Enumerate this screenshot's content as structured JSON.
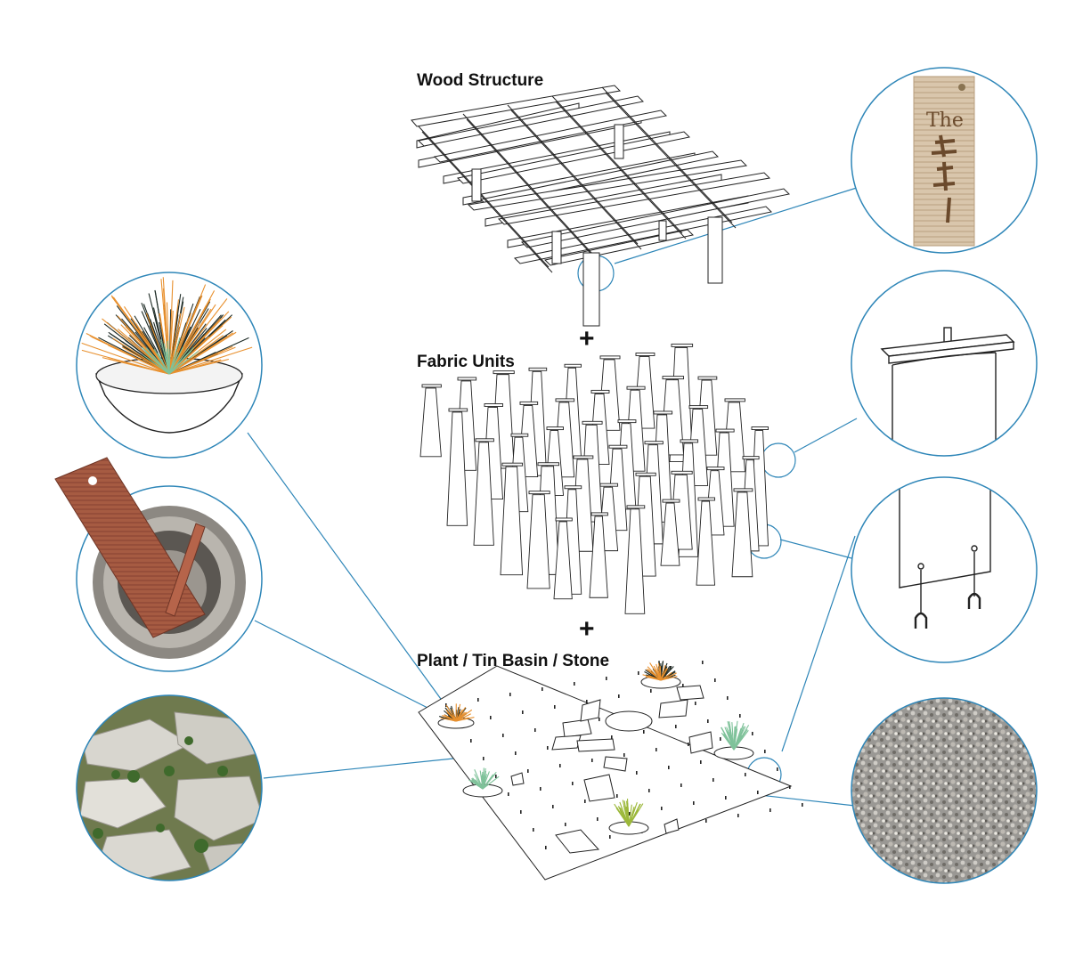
{
  "layers": {
    "wood_structure": "Wood Structure",
    "fabric_units": "Fabric Units",
    "plant_basin_stone": "Plant / Tin Basin / Stone"
  },
  "plus_sign": "+",
  "sign_board_text": "The",
  "colors": {
    "callout_line": "#2e86b8",
    "grass_orange": "#e8902e",
    "grass_green": "#7fc29a",
    "grass_lime": "#9cb83a",
    "wood": "#a4563e"
  },
  "icons": [
    "wood-sign-icon",
    "hanger-bar-icon",
    "fabric-hook-icon",
    "grass-basin-icon",
    "washboard-basin-icon",
    "stone-ground-icon",
    "gravel-icon"
  ]
}
